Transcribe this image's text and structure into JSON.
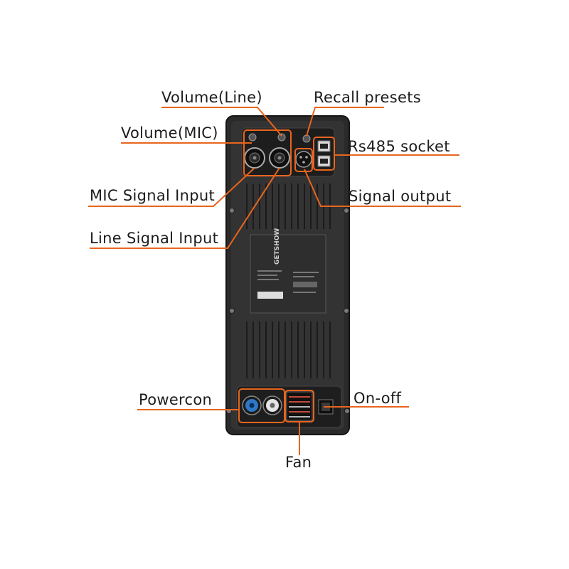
{
  "labels": {
    "volume_line": "Volume(Line)",
    "recall_presets": "Recall presets",
    "volume_mic": "Volume(MIC)",
    "rs485_socket": "Rs485 socket",
    "mic_signal_input": "MIC Signal Input",
    "signal_output": "Signal output",
    "line_signal_input": "Line Signal Input",
    "powercon": "Powercon",
    "on_off": "On-off",
    "fan": "Fan"
  },
  "brand": "GETSHOW",
  "colors": {
    "leader": "#e8651e",
    "panel": "#2b2b2b",
    "label_text": "#1c1c1c"
  }
}
